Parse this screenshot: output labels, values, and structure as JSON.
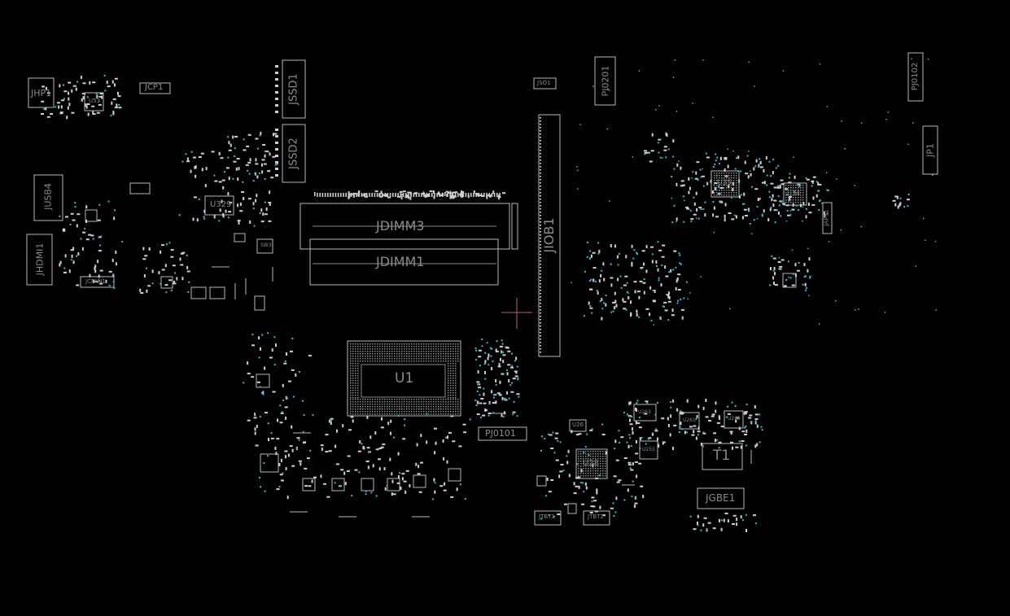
{
  "labels": {
    "jhp1": "JHP1",
    "jcp1": "JCP1",
    "u53": "U53",
    "jssd1": "JSSD1",
    "jssd2": "JSSD2",
    "jso1": "JSO1",
    "pj0201": "PJ0201",
    "pj0102": "PJ0102",
    "jp1": "JP1",
    "jusb4": "JUSB4",
    "u329": "U329",
    "jhdmi1": "JHDMI1",
    "jcfan1": "JCFAN1",
    "sw3": "SW3",
    "jdimm3": "JDIMM3",
    "jdimm1": "JDIMM1",
    "jiob1": "JIOB1",
    "u1": "U1",
    "pj0101": "PJ0101",
    "u35": "U35",
    "u34": "U34",
    "japs1": "JAPS1",
    "u28": "U28",
    "u26": "U26",
    "jtbt1": "JTBT1",
    "jtbt2": "JTBT2",
    "u263": "U263",
    "u261": "U261",
    "u255": "U255",
    "u265": "U265",
    "t1": "T1",
    "jgbe1": "JGBE1"
  },
  "colors": {
    "background": "#000000",
    "outline": "#b8b8b8",
    "label": "#8a8a8a",
    "via": "#3fb8c4",
    "cursor": "#c0607a"
  }
}
